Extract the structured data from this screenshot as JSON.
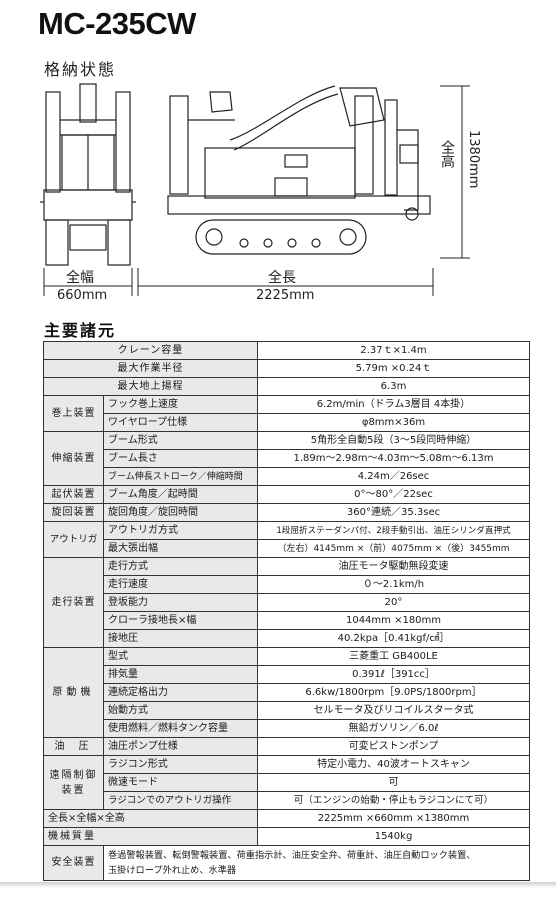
{
  "title": "MC-235CW",
  "subtitle": "格納状態",
  "drawing": {
    "width_label": "全幅",
    "width_value": "660mm",
    "length_label": "全長",
    "length_value": "2225mm",
    "height_label": "全高",
    "height_value": "1380mm"
  },
  "specs_heading": "主要諸元",
  "specs": {
    "r1": {
      "cat": "クレーン容量",
      "val": "2.37ｔ×1.4m"
    },
    "r2": {
      "cat": "最大作業半径",
      "val": "5.79m ×0.24ｔ"
    },
    "r3": {
      "cat": "最大地上揚程",
      "val": "6.3m"
    },
    "r4": {
      "cat": "巻上装置",
      "sub": "フック巻上速度",
      "val": "6.2m/min（ドラム3層目 4本掛）"
    },
    "r5": {
      "sub": "ワイヤロープ仕様",
      "val": "φ8mm×36m"
    },
    "r6": {
      "cat": "伸縮装置",
      "sub": "ブーム形式",
      "val": "5角形全自動5段（3～5段同時伸縮）"
    },
    "r7": {
      "sub": "ブーム長さ",
      "val": "1.89m～2.98m～4.03m～5.08m～6.13m"
    },
    "r8": {
      "sub": "ブーム伸長ストローク／伸縮時間",
      "val": "4.24m／26sec"
    },
    "r9": {
      "cat": "起伏装置",
      "sub": "ブーム角度／起時間",
      "val": "0°～80°／22sec"
    },
    "r10": {
      "cat": "旋回装置",
      "sub": "旋回角度／旋回時間",
      "val": "360°連続／35.3sec"
    },
    "r11": {
      "cat": "アウトリガ",
      "sub": "アウトリガ方式",
      "val": "1段屈折ステーダンパ付、2段手動引出、油圧シリンダ直押式"
    },
    "r12": {
      "sub": "最大張出幅",
      "val": "（左右）4145mm ×（前）4075mm ×（後）3455mm"
    },
    "r13": {
      "cat": "走行装置",
      "sub": "走行方式",
      "val": "油圧モータ駆動無段変速"
    },
    "r14": {
      "sub": "走行速度",
      "val": "０～2.1km/h"
    },
    "r15": {
      "sub": "登坂能力",
      "val": "20°"
    },
    "r16": {
      "sub": "クローラ接地長×幅",
      "val": "1044mm ×180mm"
    },
    "r17": {
      "sub": "接地圧",
      "val": "40.2kpa［0.41kgf/㎠］"
    },
    "r18": {
      "cat": "原動機",
      "sub": "型式",
      "val": "三菱重工 GB400LE"
    },
    "r19": {
      "sub": "排気量",
      "val": "0.391ℓ［391cc］"
    },
    "r20": {
      "sub": "連続定格出力",
      "val": "6.6kw/1800rpm［9.0PS/1800rpm］"
    },
    "r21": {
      "sub": "始動方式",
      "val": "セルモータ及びリコイルスタータ式"
    },
    "r22": {
      "sub": "使用燃料／燃料タンク容量",
      "val": "無鉛ガソリン／6.0ℓ"
    },
    "r23": {
      "cat": "油圧",
      "sub": "油圧ポンプ仕様",
      "val": "可変ピストンポンプ"
    },
    "r24": {
      "cat": "遠隔制御装置",
      "sub": "ラジコン形式",
      "val": "特定小電力、40波オートスキャン"
    },
    "r25": {
      "sub": "微速モード",
      "val": "可"
    },
    "r26": {
      "sub": "ラジコンでのアウトリガ操作",
      "val": "可（エンジンの始動・停止もラジコンにて可）"
    },
    "r27": {
      "cat": "全長×全幅×全高",
      "val": "2225mm ×660mm ×1380mm"
    },
    "r28": {
      "cat": "機械質量",
      "val": "1540kg"
    },
    "r29": {
      "cat": "安全装置",
      "val1": "巻過警報装置、転倒警報装置、荷重指示計、油圧安全弁、荷重計、油圧自動ロック装置、",
      "val2": "玉掛けロープ外れ止め、水準器"
    }
  }
}
